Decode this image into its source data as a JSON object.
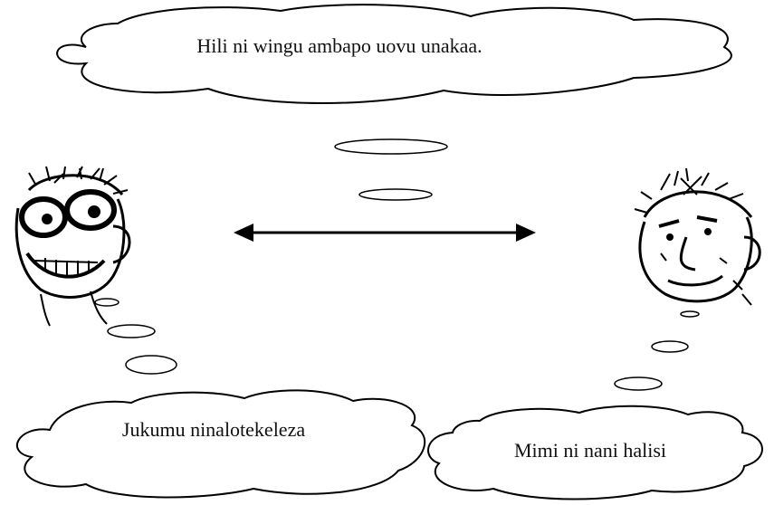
{
  "clouds": {
    "top": {
      "text": "Hili ni wingu ambapo uovu unakaa."
    },
    "bottom_left": {
      "text": "Jukumu ninalotekeleza"
    },
    "bottom_right": {
      "text": "Mimi ni nani halisi"
    }
  },
  "colors": {
    "ink": "#000000",
    "paper": "#ffffff"
  },
  "icons": {
    "left_face": "cartoon-face-with-glasses-icon",
    "right_face": "cartoon-old-man-face-icon",
    "arrow": "double-headed-arrow-icon"
  }
}
